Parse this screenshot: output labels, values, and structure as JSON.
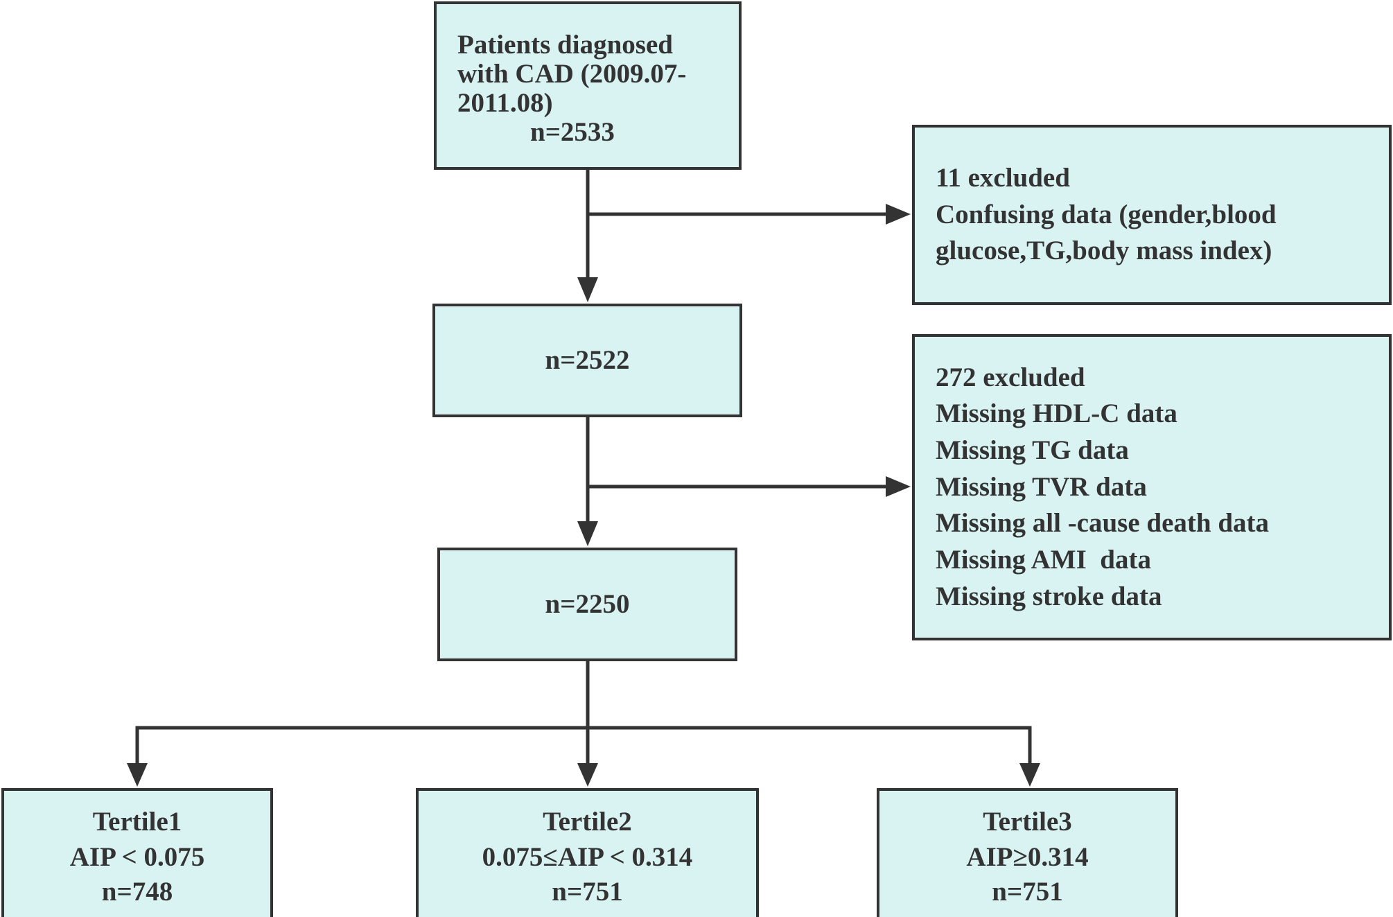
{
  "colors": {
    "box_fill": "#d9f3f3",
    "stroke": "#333333",
    "text": "#333333"
  },
  "boxes": {
    "start": {
      "lines": [
        "Patients diagnosed",
        "with CAD (2009.07-",
        "2011.08)",
        "n=2533"
      ]
    },
    "exclude1": {
      "lines": [
        "11 excluded",
        "Confusing data (gender,blood",
        "glucose,TG,body mass index)"
      ]
    },
    "n2522": {
      "text": "n=2522"
    },
    "exclude2": {
      "lines": [
        "272 excluded",
        "Missing HDL-C data",
        "Missing TG data",
        "Missing TVR data",
        "Missing all -cause death data",
        "Missing AMI  data",
        "Missing stroke data"
      ]
    },
    "n2250": {
      "text": "n=2250"
    },
    "tertiles": [
      {
        "lines": [
          "Tertile1",
          "AIP < 0.075",
          "n=748"
        ]
      },
      {
        "lines": [
          "Tertile2",
          "0.075≤AIP < 0.314",
          "n=751"
        ]
      },
      {
        "lines": [
          "Tertile3",
          "AIP≥0.314",
          "n=751"
        ]
      }
    ]
  }
}
